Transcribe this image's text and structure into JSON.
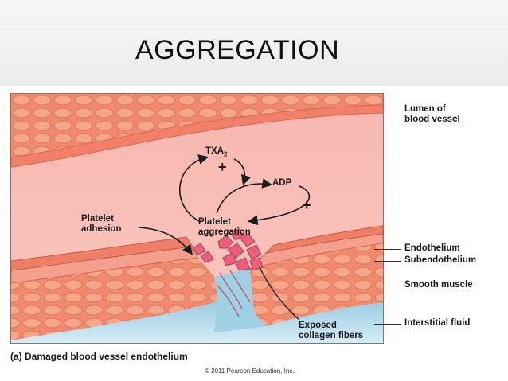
{
  "slide": {
    "title": "AGGREGATION"
  },
  "figure": {
    "labels": {
      "lumen": [
        "Lumen of",
        "blood vessel"
      ],
      "endothelium": "Endothelium",
      "subendothelium": "Subendothelium",
      "smooth_muscle": "Smooth muscle",
      "interstitial_fluid": "Interstitial fluid",
      "platelet_adhesion": [
        "Platelet",
        "adhesion"
      ],
      "platelet_aggregation": [
        "Platelet",
        "aggregation"
      ],
      "exposed_collagen": [
        "Exposed",
        "collagen fibers"
      ],
      "txa2": "TXA",
      "txa2_sub": "2",
      "adp": "ADP",
      "plus": "+"
    },
    "caption": "(a) Damaged blood vessel endothelium",
    "copyright": "© 2011 Pearson Education, Inc."
  }
}
